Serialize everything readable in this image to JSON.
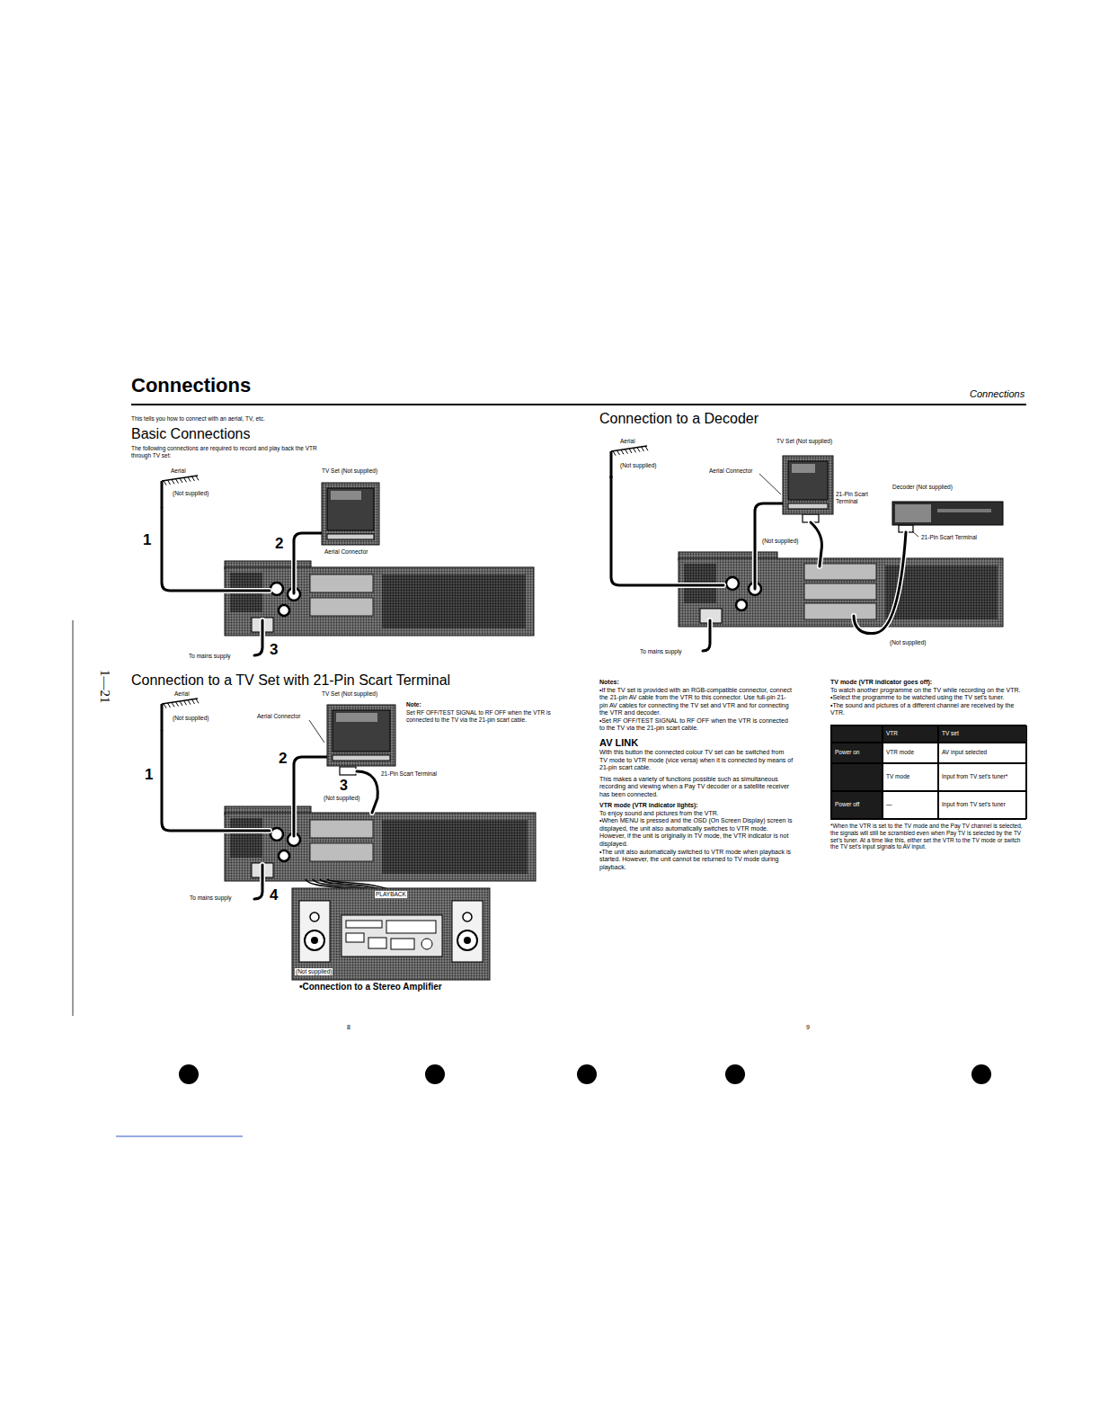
{
  "diagram": {
    "title": "Connections",
    "nodes": [
      {
        "text": [
          "Aerial",
          "(Not supplied)"
        ]
      },
      {
        "text": [
          "TV Set (Not supplied)"
        ]
      },
      {
        "text": [
          "Aerial",
          "(Not supplied)"
        ]
      },
      {
        "text": [
          "TV Set (Not supplied)"
        ]
      },
      {
        "text": [
          "PLAYBACK",
          "(Not supplied)"
        ]
      },
      {
        "text": [
          "Aerial",
          "(Not supplied)"
        ]
      },
      {
        "text": [
          "TV Set (Not supplied)"
        ]
      },
      {
        "text": [
          "Decoder (Not supplied)"
        ]
      }
    ],
    "labels": [
      "This tells you how to connect with an aerial, TV, etc.",
      "Basic Connections",
      "The following connections are required to record and play back the VTR through TV set:",
      "1",
      "2",
      "Aerial Connector",
      "To mains supply",
      "3",
      "Connection to a TV Set with 21-Pin Scart Terminal",
      "Note:",
      "Set RF OFF/TEST SIGNAL to RF OFF when the VTR is connected to the TV via the 21-pin scart cable.",
      "Aerial Connector",
      "2",
      "1",
      "21-Pin Scart Terminal",
      "3",
      "(Not supplied)",
      "To mains supply",
      "4",
      "•Connection to a Stereo Amplifier",
      "8",
      "1—21",
      "Connections",
      "Connection to a Decoder",
      "Aerial Connector",
      "21-Pin Scart Terminal",
      "(Not supplied)",
      "21-Pin Scart Terminal",
      "To mains supply",
      "(Not supplied)",
      "Notes:",
      "•If the TV set is provided with an RGB-compatible connector, connect the 21-pin AV cable from the VTR to this connector. Use full-pin 21-pin AV cables for connecting the TV set and VTR and for connecting the VTR and decoder.",
      "•Set RF OFF/TEST SIGNAL to RF OFF when the VTR is connected to the TV via the 21-pin scart cable.",
      "AV LINK",
      "With this button the connected colour TV set can be switched from TV mode to VTR mode (vice versa) when it is connected by means of 21-pin scart cable.",
      "This makes a variety of functions possible such as simultaneous recording and viewing when a Pay TV decoder or a satellite receiver has been connected.",
      "VTR mode (VTR indicator lights):",
      "To enjoy sound and pictures from the VTR.",
      "•When MENU is pressed and the OSD (On Screen Display) screen is displayed, the unit also automatically switches to VTR mode. However, if the unit is originally in TV mode, the VTR indicator is not displayed.",
      "•The unit also automatically switched to VTR mode when playback is started. However, the unit cannot be returned to TV mode during playback.",
      "TV mode (VTR indicator goes off):",
      "To watch another programme on the TV while recording on the VTR.",
      "•Select the programme to be watched using the TV set's tuner.",
      "•The sound and pictures of a different channel are received by the VTR.",
      "VTR",
      "TV set",
      "Power on",
      "VTR mode",
      "AV input selected",
      "TV mode",
      "Input from TV set's tuner*",
      "Power off",
      "—",
      "Input from TV set's tuner",
      "*When the VTR is set to the TV mode and the Pay TV channel is selected, the signals will still be scrambled even when Pay TV is selected by the TV set's tuner. At a time like this, either set the VTR to the TV mode or switch the TV set's input signals to AV input.",
      "9"
    ]
  }
}
